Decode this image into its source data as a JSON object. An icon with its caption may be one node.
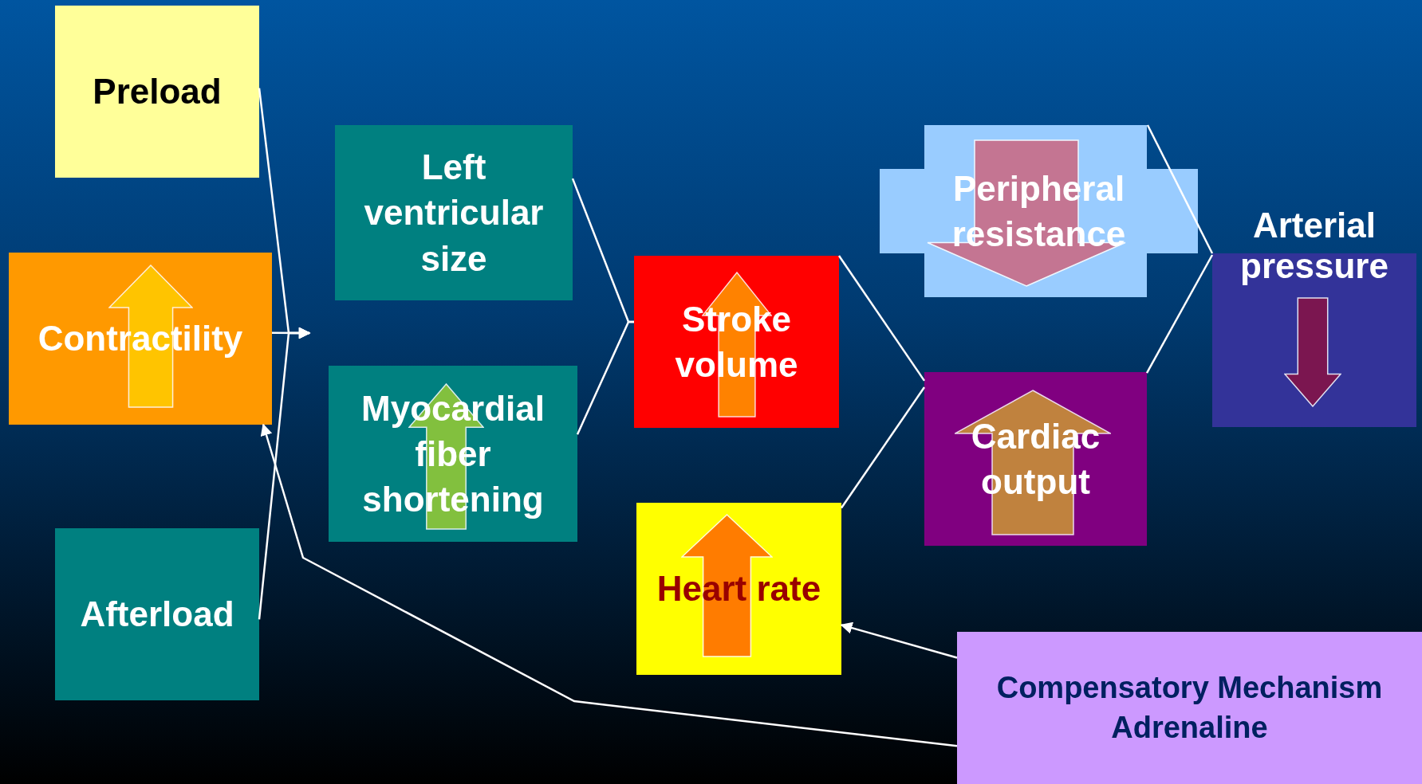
{
  "diagram": {
    "nodes": [
      {
        "text": [
          "Preload"
        ]
      },
      {
        "text": [
          "Contractility"
        ]
      },
      {
        "text": [
          "Afterload"
        ]
      },
      {
        "text": [
          "Left ventricular size"
        ]
      },
      {
        "text": [
          "Myocardial fiber shortening"
        ]
      },
      {
        "text": [
          "Stroke volume"
        ]
      },
      {
        "text": [
          "Heart rate"
        ]
      },
      {
        "text": [
          "Peripheral resistance"
        ]
      },
      {
        "text": [
          "Cardiac output"
        ]
      },
      {
        "text": [
          "Arterial pressure"
        ]
      },
      {
        "text": [
          "Compensatory Mechanism Adrenaline"
        ]
      }
    ],
    "edges": [
      {
        "from": 0,
        "to": null,
        "arrow": "to"
      },
      {
        "from": 1,
        "to": null,
        "arrow": "to"
      },
      {
        "from": 2,
        "to": null,
        "arrow": "to"
      },
      {
        "from": 3,
        "to": 5,
        "arrow": "none"
      },
      {
        "from": 4,
        "to": 5,
        "arrow": "none"
      },
      {
        "from": 5,
        "to": 8,
        "arrow": "none"
      },
      {
        "from": 6,
        "to": 8,
        "arrow": "none"
      },
      {
        "from": 7,
        "to": 9,
        "arrow": "none"
      },
      {
        "from": 8,
        "to": 9,
        "arrow": "none"
      },
      {
        "from": 10,
        "to": 6,
        "arrow": "to"
      },
      {
        "from": 10,
        "to": 1,
        "arrow": "to"
      }
    ]
  }
}
